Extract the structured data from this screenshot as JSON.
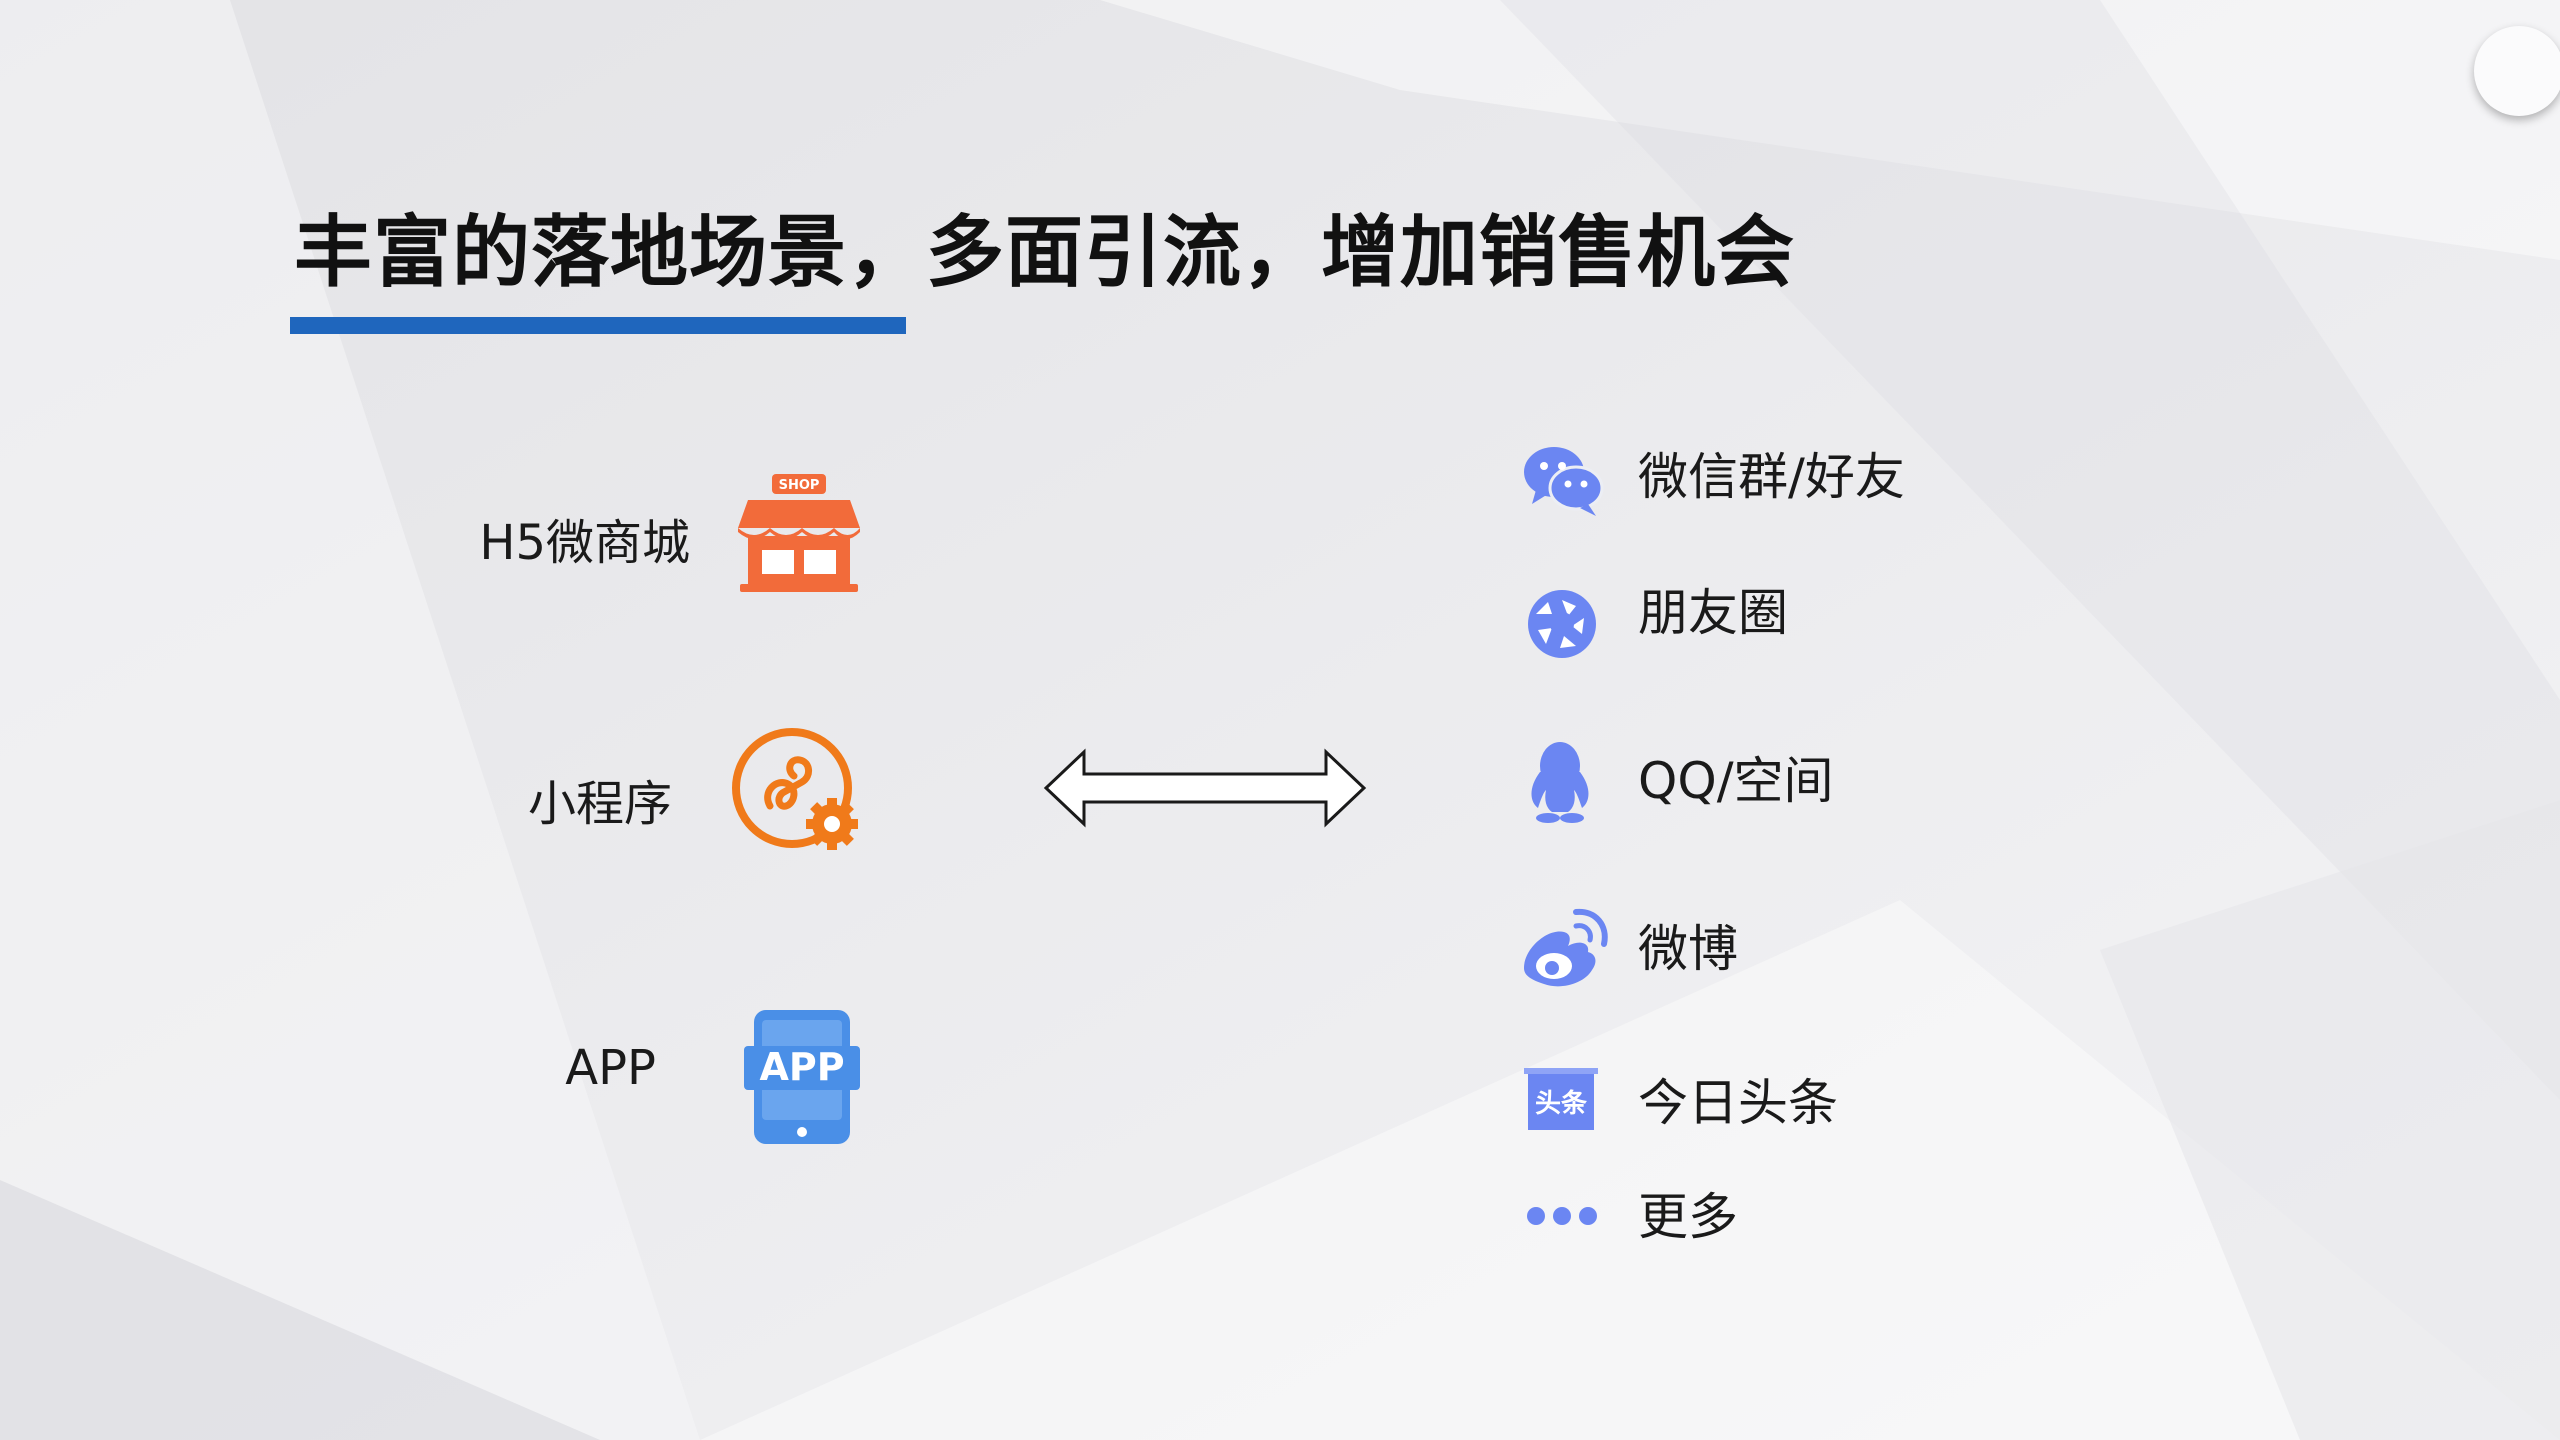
{
  "slide": {
    "title": "丰富的落地场景，多面引流，增加销售机会",
    "accent_color": "#1f66bd"
  },
  "left_items": [
    {
      "label": "H5微商城",
      "icon": "shop-icon",
      "icon_text": "SHOP",
      "color": "#f26b3a"
    },
    {
      "label": "小程序",
      "icon": "mini-program-icon",
      "color": "#f07a1a"
    },
    {
      "label": "APP",
      "icon": "app-phone-icon",
      "icon_text": "APP",
      "color": "#4a8fe7"
    }
  ],
  "connector": {
    "icon": "double-arrow-icon"
  },
  "right_items": [
    {
      "label": "微信群/好友",
      "icon": "wechat-icon",
      "color": "#6b86f2"
    },
    {
      "label": "朋友圈",
      "icon": "moments-icon",
      "color": "#6b86f2"
    },
    {
      "label": "QQ/空间",
      "icon": "qq-icon",
      "color": "#6b86f2"
    },
    {
      "label": "微博",
      "icon": "weibo-icon",
      "color": "#6b86f2"
    },
    {
      "label": "今日头条",
      "icon": "toutiao-icon",
      "icon_text": "头条",
      "color": "#6b86f2"
    },
    {
      "label": "更多",
      "icon": "more-dots-icon",
      "color": "#6b86f2"
    }
  ]
}
